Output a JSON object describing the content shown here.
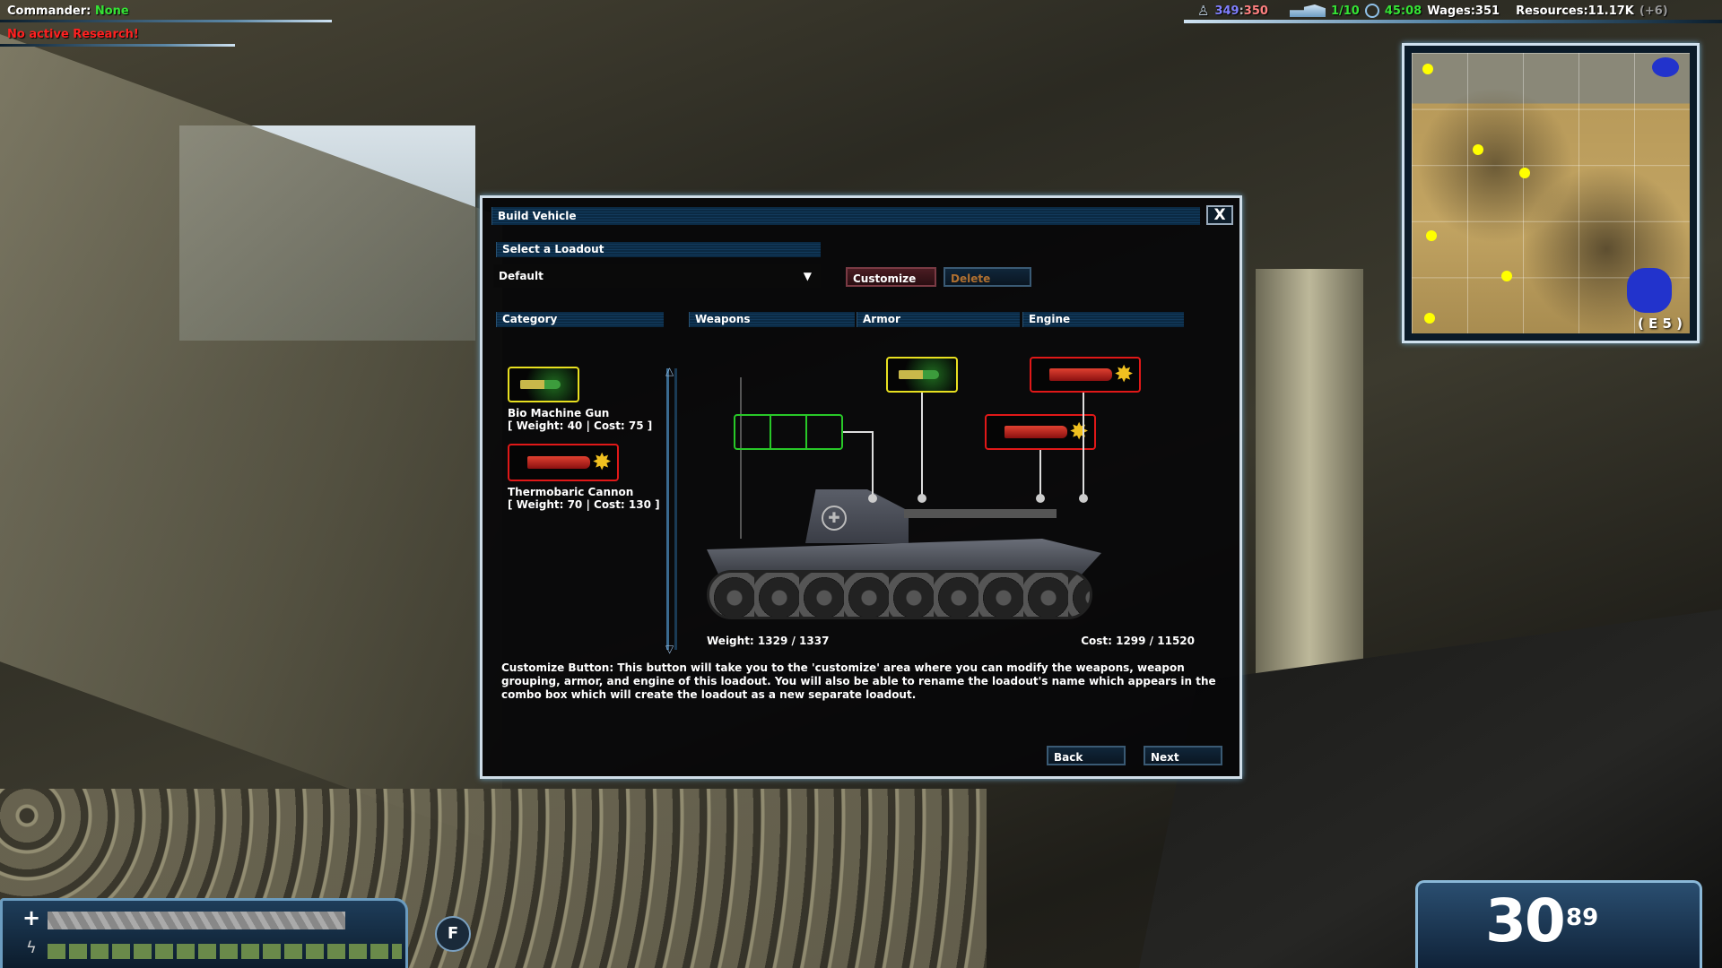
{
  "hud": {
    "commander_label": "Commander:",
    "commander_value": "None",
    "research": "No active Research!",
    "population": "349",
    "population_max": "350",
    "vehicles": "1/10",
    "time": "45:08",
    "wages": "Wages:351",
    "resources": "Resources:11.17K",
    "resources_delta": "(+6)",
    "map_sector": "( E 5 )",
    "ammo_clip": "30",
    "ammo_reserve": "89",
    "fire_mode": "F",
    "icons": [
      "soldier-icon",
      "tank-icon",
      "clock-icon",
      "health-plus-icon",
      "stamina-bolt-icon"
    ],
    "colors": {
      "green": "#35e335",
      "red": "#ff2020",
      "blue_pop": "#8080ff",
      "pop_max": "#ff8080"
    }
  },
  "dialog": {
    "title": "Build Vehicle",
    "close_label": "X",
    "loadout_header": "Select a Loadout",
    "loadout_value": "Default",
    "customize_label": "Customize",
    "delete_label": "Delete",
    "columns": {
      "category": "Category",
      "weapons": "Weapons",
      "armor": "Armor",
      "engine": "Engine"
    },
    "category_items": [
      {
        "name": "Bio Machine Gun",
        "stats": "[ Weight: 40 | Cost: 75 ]",
        "color": "#e8e020"
      },
      {
        "name": "Thermobaric Cannon",
        "stats": "[ Weight: 70 | Cost: 130 ]",
        "color": "#e01818"
      }
    ],
    "weight": "Weight: 1329 / 1337",
    "cost": "Cost: 1299 / 11520",
    "description": "Customize Button: This button will take you to the 'customize' area where you can modify the weapons, weapon grouping, armor, and engine of this loadout.  You will also be able to rename the loadout's name which appears in the combo box which will create the loadout as a new separate loadout.",
    "back_label": "Back",
    "next_label": "Next"
  }
}
